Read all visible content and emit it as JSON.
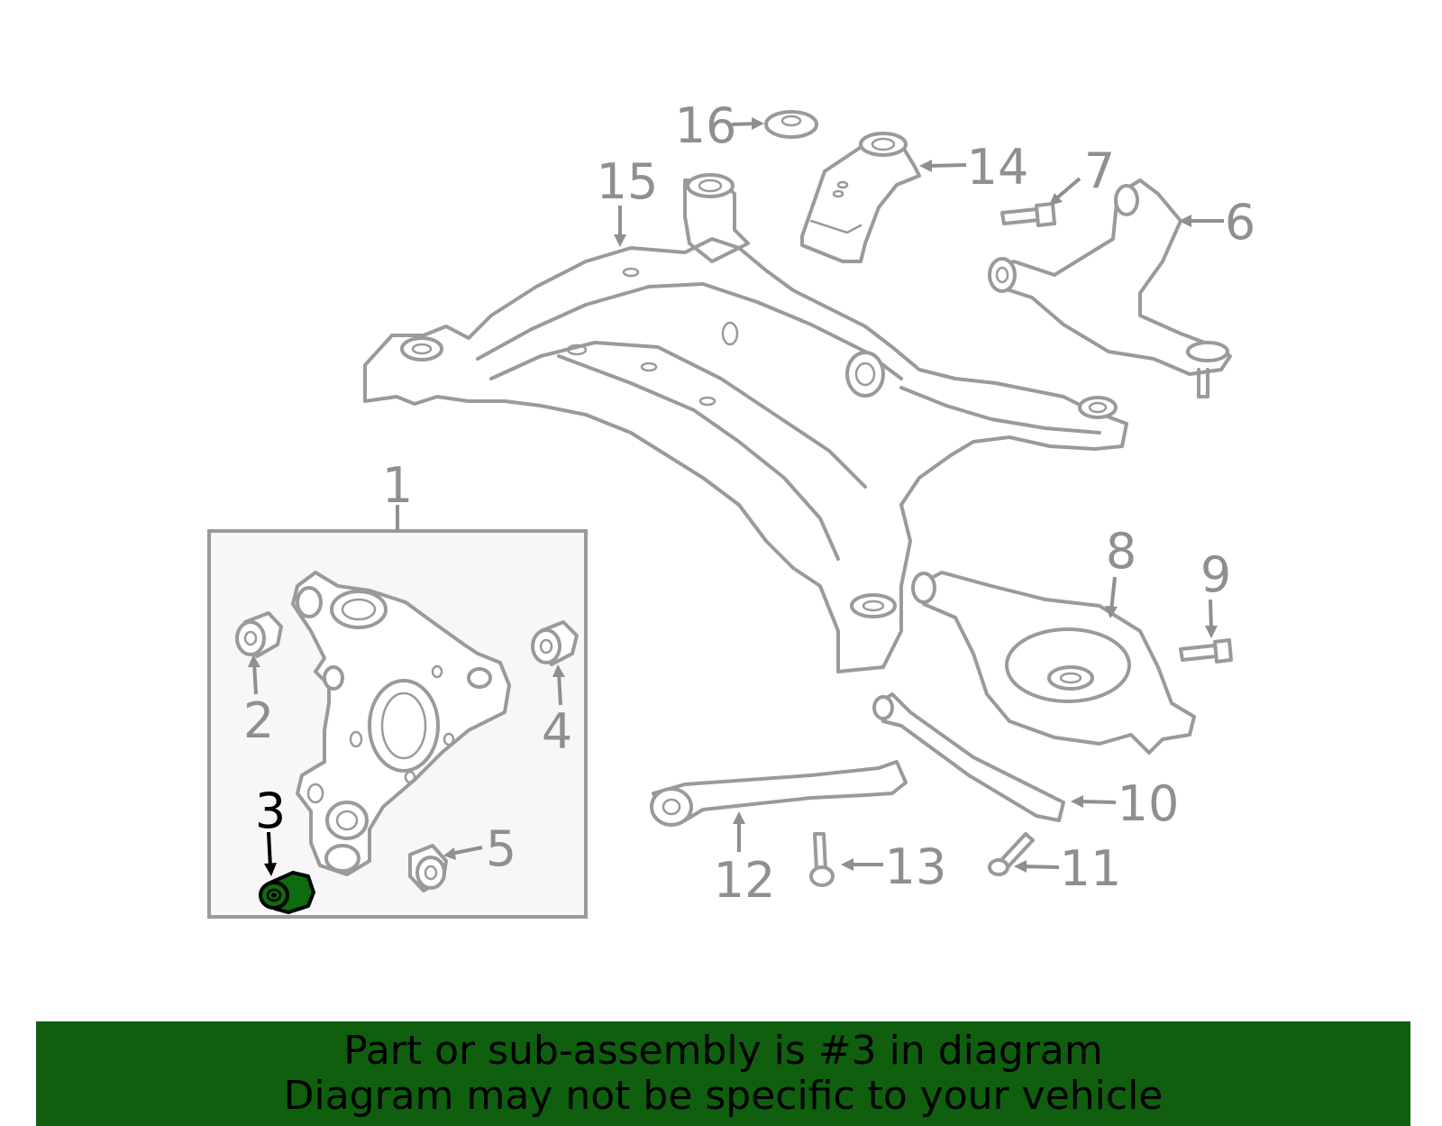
{
  "callouts": [
    {
      "id": "1",
      "label": "1"
    },
    {
      "id": "2",
      "label": "2"
    },
    {
      "id": "3",
      "label": "3",
      "highlighted": true
    },
    {
      "id": "4",
      "label": "4"
    },
    {
      "id": "5",
      "label": "5"
    },
    {
      "id": "6",
      "label": "6"
    },
    {
      "id": "7",
      "label": "7"
    },
    {
      "id": "8",
      "label": "8"
    },
    {
      "id": "9",
      "label": "9"
    },
    {
      "id": "10",
      "label": "10"
    },
    {
      "id": "11",
      "label": "11"
    },
    {
      "id": "12",
      "label": "12"
    },
    {
      "id": "13",
      "label": "13"
    },
    {
      "id": "14",
      "label": "14"
    },
    {
      "id": "15",
      "label": "15"
    },
    {
      "id": "16",
      "label": "16"
    }
  ],
  "highlight_color": "#0f6b0f",
  "part_stroke_color": "#9a9a9a",
  "banner": {
    "line1": "Part or sub-assembly is #3 in diagram",
    "line2": "Diagram may not be specific to your vehicle",
    "background": "#0f5f0f"
  }
}
